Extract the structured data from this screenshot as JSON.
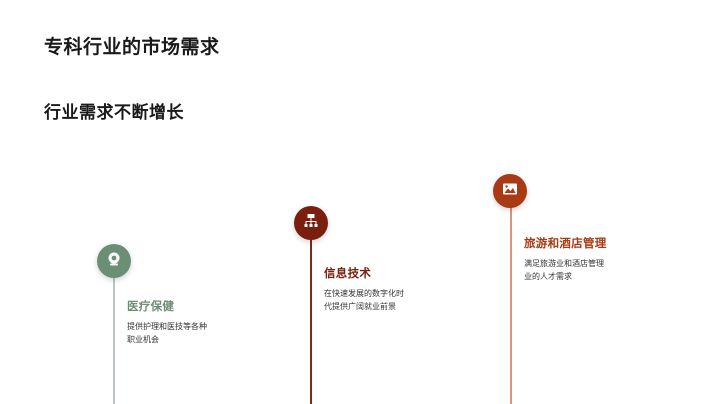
{
  "slide": {
    "title": "专科行业的市场需求",
    "subtitle": "行业需求不断增长"
  },
  "timeline": [
    {
      "icon": "webcam-icon",
      "title": "医疗保健",
      "desc_line1": "提供护理和医技等各种",
      "desc_line2": "职业机会",
      "color": "#6b8f74",
      "line_color": "#b8c9bd"
    },
    {
      "icon": "org-chart-icon",
      "title": "信息技术",
      "desc_line1": "在快速发展的数字化时",
      "desc_line2": "代提供广阔就业前景",
      "color": "#7a1e0e",
      "line_color": "#7a2a1a"
    },
    {
      "icon": "image-icon",
      "title": "旅游和酒店管理",
      "desc_line1": "满足旅游业和酒店管理",
      "desc_line2": "业的人才需求",
      "color": "#a83a14",
      "line_color": "#d9967f"
    }
  ]
}
